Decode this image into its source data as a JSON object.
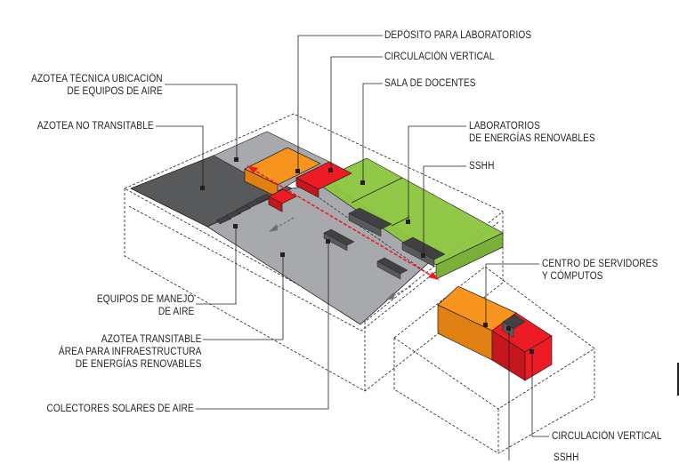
{
  "labels": {
    "deposito": "DEPÓSITO PARA LABORATORIOS",
    "circulacion_vertical_top": "CIRCULACIÓN VERTICAL",
    "sala_docentes": "SALA DE DOCENTES",
    "laboratorios_1": "LABORATORIOS",
    "laboratorios_2": "DE ENERGÍAS RENOVABLES",
    "sshh_top": "SSHH",
    "azotea_tecnica_1": "AZOTEA TÉCNICA UBICACIÓN",
    "azotea_tecnica_2": "DE EQUIPOS DE AIRE",
    "azotea_no_transitable": "AZOTEA NO TRANSITABLE",
    "equipos_manejo_1": "EQUIPOS DE MANEJO",
    "equipos_manejo_2": "DE AIRE",
    "azotea_transitable_1": "AZOTEA TRANSITABLE",
    "azotea_transitable_2": "ÁREA PARA INFRAESTRUCTURA",
    "azotea_transitable_3": "DE ENERGÍAS RENOVABLES",
    "colectores": "COLECTORES SOLARES DE AIRE",
    "centro_servidores_1": "CENTRO DE SERVIDORES",
    "centro_servidores_2": "Y CÓMPUTOS",
    "circulacion_vertical_bottom": "CIRCULACIÓN VERTICAL",
    "sshh_bottom": "SSHH"
  },
  "colors": {
    "dark_roof": "#58595b",
    "grey_roof": "#a7a9ac",
    "orange": "#f7941d",
    "red": "#ed1c24",
    "green": "#8dc63f",
    "device": "#414042",
    "line": "#231f20"
  }
}
